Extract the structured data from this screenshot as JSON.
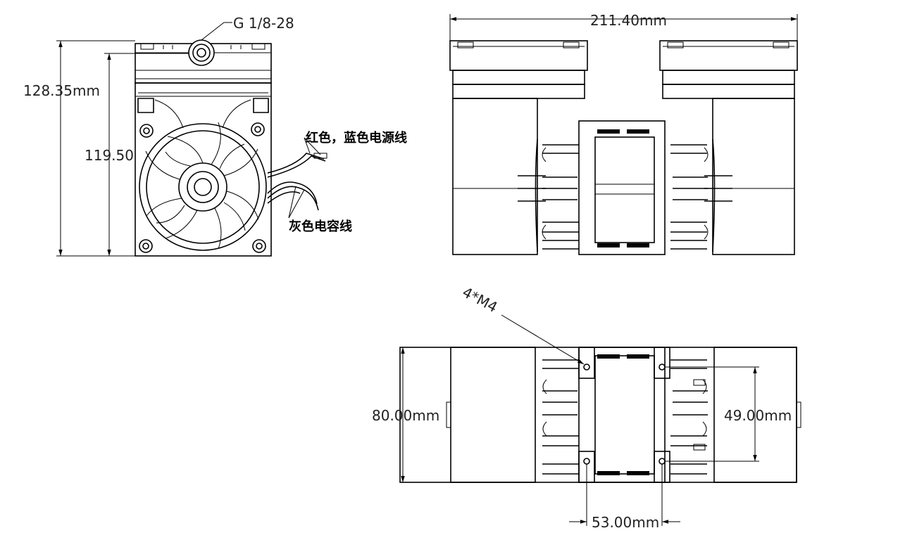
{
  "labels": {
    "port": "G 1/8-28",
    "power_wires": "红色，蓝色电源线",
    "capacitor_wire": "灰色电容线",
    "screws": "4*M4"
  },
  "dimensions": {
    "total_height": "128.35mm",
    "body_height": "119.50",
    "total_width": "211.40mm",
    "depth": "80.00mm",
    "hole_spacing_vertical": "49.00mm",
    "hole_spacing_horizontal": "53.00mm"
  }
}
